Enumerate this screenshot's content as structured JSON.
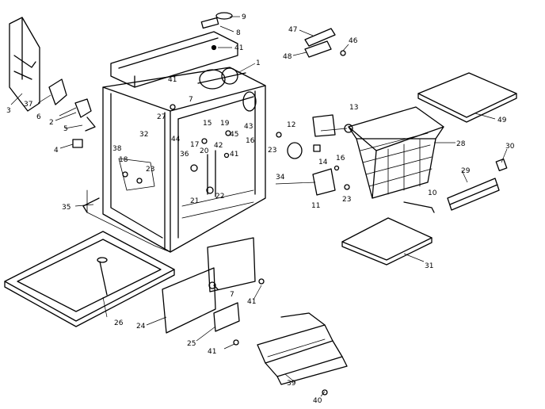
{
  "diagram": {
    "callouts": [
      {
        "id": "c9",
        "label": "9"
      },
      {
        "id": "c8",
        "label": "8"
      },
      {
        "id": "c41a",
        "label": "41"
      },
      {
        "id": "c1",
        "label": "1"
      },
      {
        "id": "c47",
        "label": "47"
      },
      {
        "id": "c46",
        "label": "46"
      },
      {
        "id": "c48",
        "label": "48"
      },
      {
        "id": "c49",
        "label": "49"
      },
      {
        "id": "c3",
        "label": "3"
      },
      {
        "id": "c37",
        "label": "37"
      },
      {
        "id": "c6",
        "label": "6"
      },
      {
        "id": "c2",
        "label": "2"
      },
      {
        "id": "c5",
        "label": "5"
      },
      {
        "id": "c4",
        "label": "4"
      },
      {
        "id": "c41b",
        "label": "41"
      },
      {
        "id": "c7a",
        "label": "7"
      },
      {
        "id": "c27",
        "label": "27"
      },
      {
        "id": "c15",
        "label": "15"
      },
      {
        "id": "c19",
        "label": "19"
      },
      {
        "id": "c43",
        "label": "43"
      },
      {
        "id": "c45",
        "label": "45"
      },
      {
        "id": "c16",
        "label": "16"
      },
      {
        "id": "c32",
        "label": "32"
      },
      {
        "id": "c44",
        "label": "44"
      },
      {
        "id": "c42",
        "label": "42"
      },
      {
        "id": "c17",
        "label": "17"
      },
      {
        "id": "c20",
        "label": "20"
      },
      {
        "id": "c41c",
        "label": "41"
      },
      {
        "id": "c36",
        "label": "36"
      },
      {
        "id": "c38",
        "label": "38"
      },
      {
        "id": "c18",
        "label": "18"
      },
      {
        "id": "c23a",
        "label": "23"
      },
      {
        "id": "c13",
        "label": "13"
      },
      {
        "id": "c12",
        "label": "12"
      },
      {
        "id": "c23b",
        "label": "23"
      },
      {
        "id": "c14",
        "label": "14"
      },
      {
        "id": "c28",
        "label": "28"
      },
      {
        "id": "c30",
        "label": "30"
      },
      {
        "id": "c29",
        "label": "29"
      },
      {
        "id": "c16b",
        "label": "16"
      },
      {
        "id": "c34",
        "label": "34"
      },
      {
        "id": "c23c",
        "label": "23"
      },
      {
        "id": "c10",
        "label": "10"
      },
      {
        "id": "c11",
        "label": "11"
      },
      {
        "id": "c22",
        "label": "22"
      },
      {
        "id": "c21",
        "label": "21"
      },
      {
        "id": "c35",
        "label": "35"
      },
      {
        "id": "c31",
        "label": "31"
      },
      {
        "id": "c26",
        "label": "26"
      },
      {
        "id": "c7b",
        "label": "7"
      },
      {
        "id": "c41d",
        "label": "41"
      },
      {
        "id": "c24",
        "label": "24"
      },
      {
        "id": "c25",
        "label": "25"
      },
      {
        "id": "c41e",
        "label": "41"
      },
      {
        "id": "c39",
        "label": "39"
      },
      {
        "id": "c40",
        "label": "40"
      }
    ]
  }
}
